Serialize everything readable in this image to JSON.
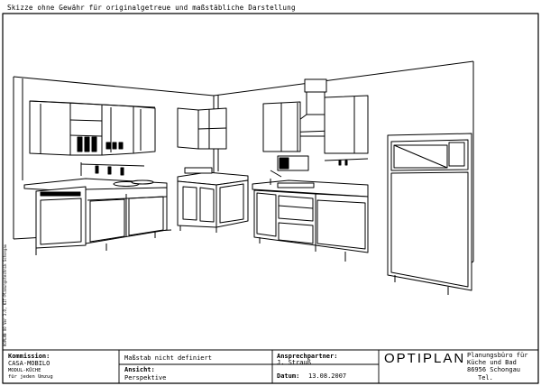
{
  "header": {
    "disclaimer": "Skizze ohne Gewähr für originalgetreue und maßstäbliche Darstellung"
  },
  "side_note": "KOPLAN 00 Ver 3.0, KIT-Planungstechnik Schongau",
  "title_block": {
    "kommission_label": "Kommission:",
    "kommission_line1": "CASA-MOBILO",
    "kommission_line2": "MODUL-KÜCHE",
    "kommission_line3": "für jeden Umzug",
    "massstab": "Maßstab nicht definiert",
    "ansicht_label": "Ansicht:",
    "ansicht_value": "Perspektive",
    "ansprechpartner_label": "Ansprechpartner:",
    "ansprechpartner_value": "J. Strauß",
    "datum_label": "Datum:",
    "datum_value": "13.08.2007",
    "logo": "OPTIPLAN",
    "company_line1": "Planungsbüro für",
    "company_line2": "Küche und Bad",
    "company_line3": "86956 Schongau",
    "tel_label": "Tel."
  }
}
